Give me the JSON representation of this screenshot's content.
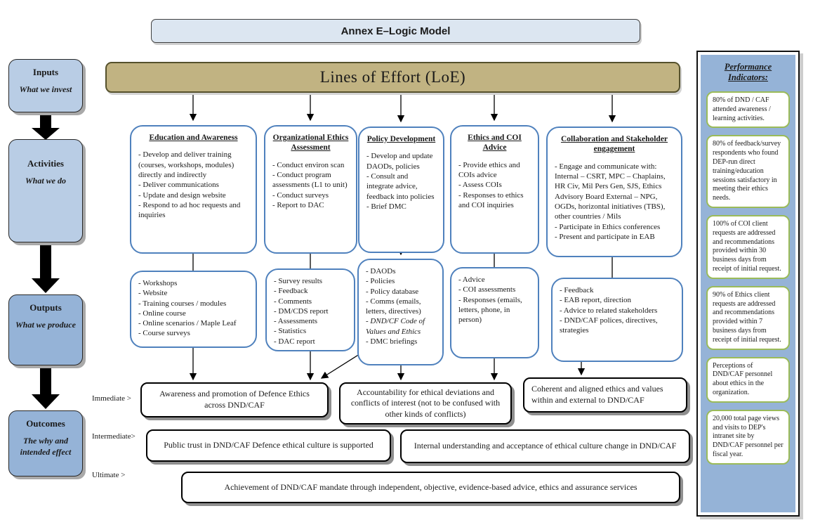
{
  "title": "Annex E–Logic Model",
  "loe_header": "Lines of Effort (LoE)",
  "left_flow": [
    {
      "label": "Inputs",
      "sub": "What we invest"
    },
    {
      "label": "Activities",
      "sub": "What we do"
    },
    {
      "label": "Outputs",
      "sub": "What we produce"
    },
    {
      "label": "Outcomes",
      "sub": "The why and intended effect"
    }
  ],
  "loe_columns": [
    {
      "title": "Education and Awareness",
      "activities": [
        "- Develop and deliver training (courses, workshops, modules) directly and indirectly",
        "- Deliver communications",
        "- Update and design website",
        "- Respond to ad hoc requests and inquiries"
      ],
      "outputs": [
        "- Workshops",
        "- Website",
        "- Training courses / modules",
        "- Online course",
        "- Online scenarios / Maple Leaf",
        "- Course surveys"
      ]
    },
    {
      "title": "Organizational Ethics Assessment",
      "activities": [
        "- Conduct environ scan",
        "- Conduct program assessments (L1 to unit)",
        "- Conduct surveys",
        "- Report to DAC"
      ],
      "outputs": [
        "- Survey results",
        "- Feedback",
        "- Comments",
        "- DM/CDS report",
        "- Assessments",
        "- Statistics",
        "- DAC report"
      ]
    },
    {
      "title": "Policy Development",
      "activities": [
        "- Develop and update DAODs, policies",
        "- Consult and integrate advice, feedback into policies",
        "- Brief DMC"
      ],
      "outputs_part1": [
        "- DAODs",
        "- Policies",
        "- Policy database",
        "- Comms (emails, letters, directives)"
      ],
      "outputs_italic": "- DND/CF Code of Values and Ethics",
      "outputs_part2": "- DMC briefings"
    },
    {
      "title": "Ethics and COI Advice",
      "activities": [
        "- Provide ethics and COIs advice",
        "- Assess COIs",
        "- Responses to ethics and COI inquiries"
      ],
      "outputs": [
        "- Advice",
        "- COI assessments",
        "- Responses (emails, letters, phone, in person)"
      ]
    },
    {
      "title": "Collaboration and Stakeholder engagement",
      "activities": [
        "- Engage and communicate with: Internal – CSRT, MPC – Chaplains, HR Civ, Mil Pers Gen, SJS, Ethics Advisory Board External – NPG, OGDs, horizontal initiatives (TBS), other countries / Mils",
        "- Participate in Ethics conferences",
        "- Present and participate in EAB"
      ],
      "outputs": [
        "- Feedback",
        "- EAB report, direction",
        "- Advice to related stakeholders",
        "- DND/CAF polices, directives, strategies"
      ]
    }
  ],
  "outcomes": {
    "immediate_label": "Immediate >",
    "intermediate_label": "Intermediate>",
    "ultimate_label": "Ultimate >",
    "immediate": [
      "Awareness and promotion of Defence Ethics across DND/CAF",
      "Accountability for ethical deviations and conflicts of interest (not to be confused with other kinds of conflicts)",
      "Coherent and aligned ethics and values within and external to DND/CAF"
    ],
    "intermediate": [
      "Public trust in DND/CAF Defence ethical culture is supported",
      "Internal understanding and acceptance of ethical culture change in DND/CAF"
    ],
    "ultimate": [
      "Achievement of DND/CAF mandate through independent, objective, evidence-based advice, ethics and assurance services"
    ]
  },
  "performance": {
    "title": "Performance Indicators:",
    "indicators": [
      "80% of DND / CAF attended awareness / learning activities.",
      "80% of feedback/survey respondents who found DEP-run direct training/education sessions satisfactory in meeting their ethics needs.",
      "100% of COI client requests are addressed and recommendations provided within 30 business days from receipt of initial request.",
      "90% of Ethics client requests are addressed and recommendations provided within 7 business days from receipt of initial request.",
      "Perceptions of DND/CAF personnel about ethics in the organization.",
      "20,000 total page views and visits to DEP's intranet site by DND/CAF personnel per fiscal year."
    ]
  },
  "colors": {
    "light_blue_fill": "#b9cde5",
    "dark_blue_fill": "#95b3d7",
    "title_fill": "#dce6f1",
    "loe_fill": "#c1b382",
    "loe_box_border": "#4f81bd",
    "indicator_border": "#9bbb59"
  }
}
